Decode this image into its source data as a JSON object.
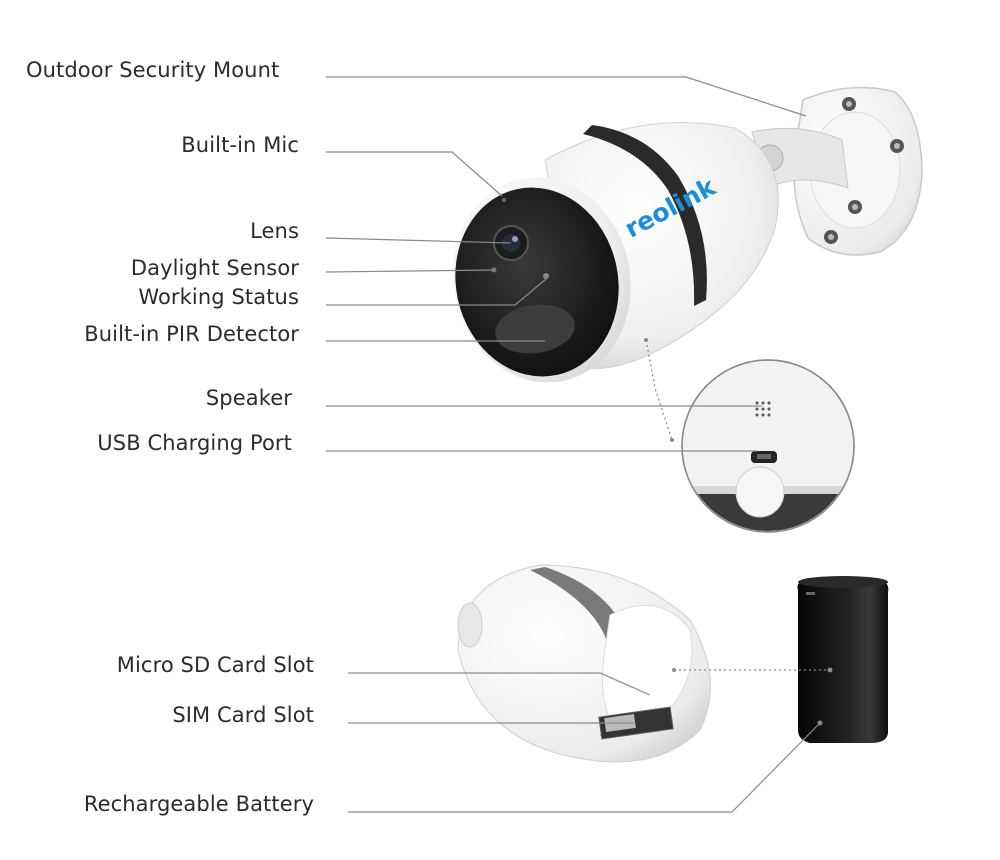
{
  "labels": {
    "outdoor_mount": "Outdoor Security Mount",
    "mic": "Built-in Mic",
    "lens": "Lens",
    "daylight": "Daylight Sensor",
    "status": "Working Status",
    "pir": "Built-in PIR Detector",
    "speaker": "Speaker",
    "usb": "USB Charging Port",
    "microsd": "Micro SD Card Slot",
    "sim": "SIM Card Slot",
    "battery": "Rechargeable Battery"
  },
  "brand": {
    "logo_text": "reolink",
    "color": "#1a8fd8"
  },
  "colors": {
    "leader_line": "#8a8a8a",
    "text": "#2b2b2b",
    "body": "#f4f4f4",
    "band": "#2a2a2a",
    "battery": "#111111"
  }
}
